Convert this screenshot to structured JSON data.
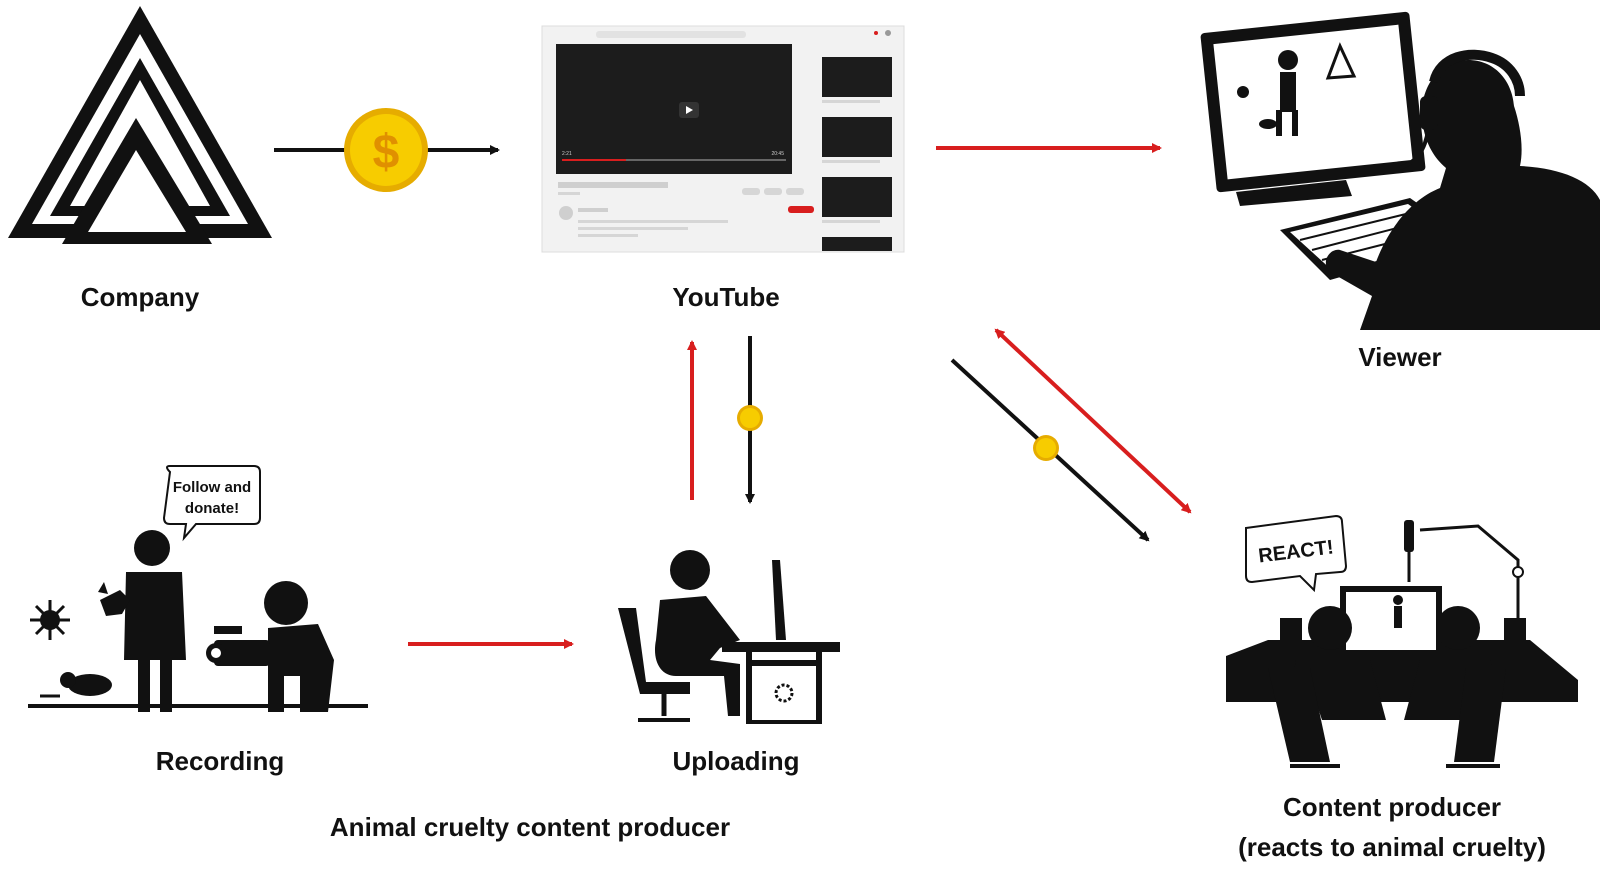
{
  "labels": {
    "company": "Company",
    "youtube": "YouTube",
    "viewer": "Viewer",
    "recording": "Recording",
    "uploading": "Uploading",
    "animal_producer": "Animal cruelty content producer",
    "content_producer_line1": "Content producer",
    "content_producer_line2": "(reacts to animal cruelty)"
  },
  "bubbles": {
    "follow_line1": "Follow and",
    "follow_line2": "donate!",
    "react": "REACT!"
  },
  "icons": {
    "coin_symbol": "$",
    "logo_text": "Company"
  },
  "video_player": {
    "time_current": "2:21",
    "time_total": "20:45"
  },
  "colors": {
    "money_flow": "#111111",
    "content_flow": "#d81e1e",
    "coin": "#f2c400",
    "coin_edge": "#e0a800"
  }
}
